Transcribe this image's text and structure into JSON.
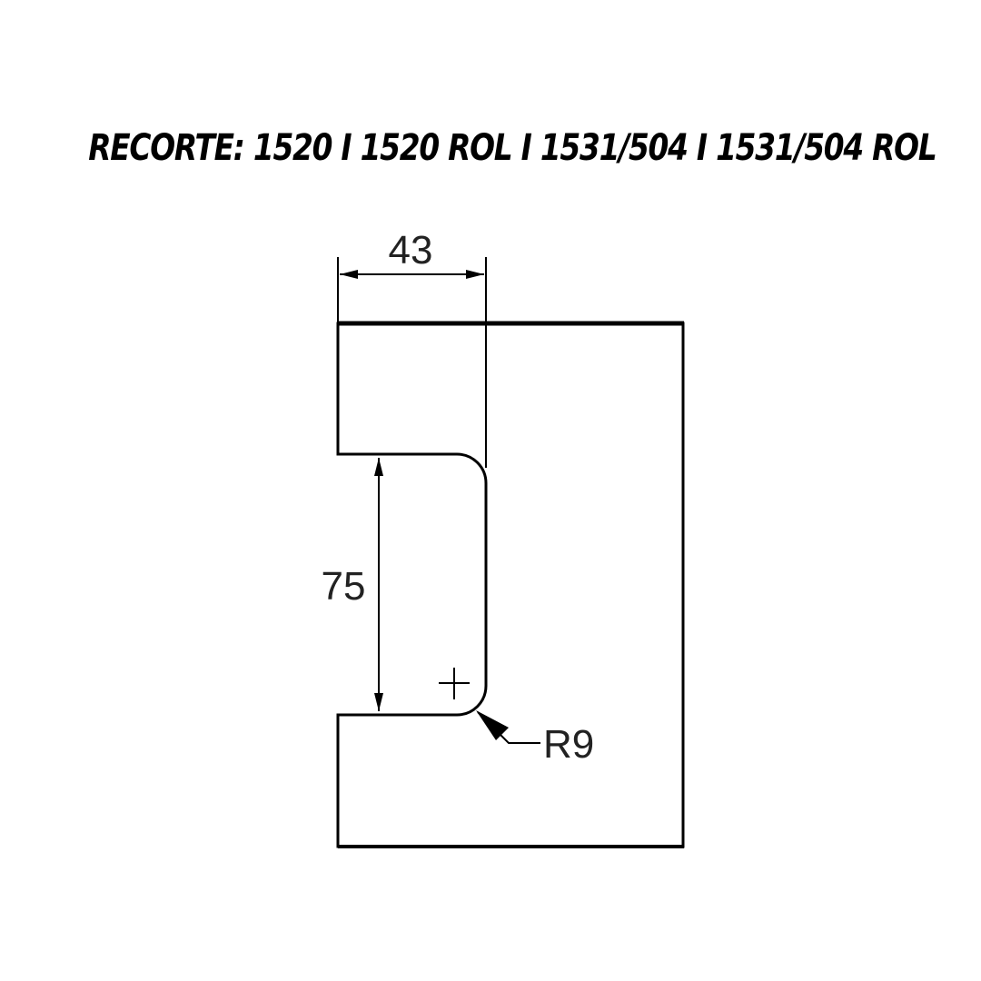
{
  "title": "RECORTE: 1520 I 1520 ROL I 1531/504 I 1531/504 ROL",
  "dimensions": {
    "width": "43",
    "height": "75",
    "radius": "R9"
  },
  "colors": {
    "line": "#000000",
    "text": "#222222",
    "background": "#ffffff"
  }
}
